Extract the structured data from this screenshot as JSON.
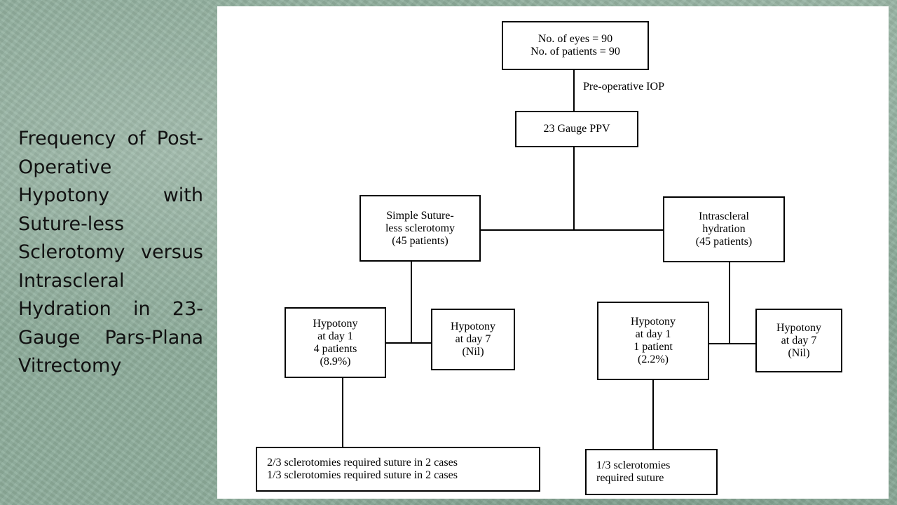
{
  "slide": {
    "title": "Frequency of Post-Operative Hypotony with Suture-less Sclerotomy versus Intrascleral Hydration in 23-Gauge Pars-Plana Vitrectomy"
  },
  "flowchart": {
    "root": "No. of eyes = 90\nNo. of patients = 90",
    "edge_label": "Pre-operative IOP",
    "procedure": "23 Gauge PPV",
    "left_group": "Simple Suture-\nless sclerotomy\n(45 patients)",
    "right_group": "Intrascleral\nhydration\n(45 patients)",
    "left_day1": "Hypotony\nat day 1\n4 patients\n(8.9%)",
    "left_day7": "Hypotony\nat day 7\n(Nil)",
    "right_day1": "Hypotony\nat day 1\n1 patient\n(2.2%)",
    "right_day7": "Hypotony\nat day 7\n(Nil)",
    "left_outcome": "2/3 sclerotomies required suture in 2 cases\n1/3 sclerotomies required suture in 2 cases",
    "right_outcome": "1/3 sclerotomies\nrequired suture"
  }
}
